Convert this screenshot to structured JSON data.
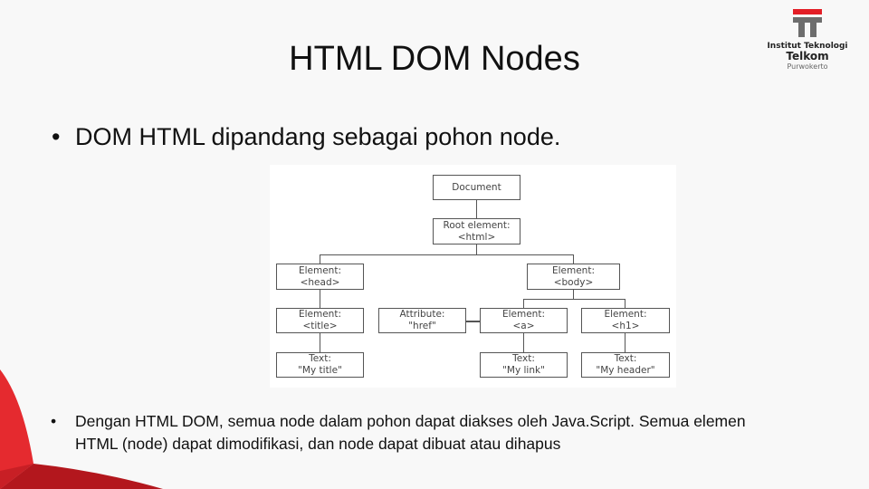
{
  "slide": {
    "title": "HTML DOM Nodes",
    "bullets": [
      "DOM HTML dipandang sebagai pohon node.",
      "Dengan HTML DOM, semua node dalam pohon dapat diakses oleh Java.Script. Semua elemen HTML (node) dapat dimodifikasi, dan node dapat dibuat atau dihapus"
    ],
    "bullet_glyph": "•"
  },
  "logo": {
    "line1": "Institut Teknologi",
    "line2": "Telkom",
    "line3": "Purwokerto"
  },
  "diagram": {
    "nodes": [
      {
        "id": "document",
        "lines": [
          "Document"
        ]
      },
      {
        "id": "root",
        "lines": [
          "Root element:",
          "<html>"
        ]
      },
      {
        "id": "head",
        "lines": [
          "Element:",
          "<head>"
        ]
      },
      {
        "id": "body",
        "lines": [
          "Element:",
          "<body>"
        ]
      },
      {
        "id": "title",
        "lines": [
          "Element:",
          "<title>"
        ]
      },
      {
        "id": "attr",
        "lines": [
          "Attribute:",
          "\"href\""
        ]
      },
      {
        "id": "a",
        "lines": [
          "Element:",
          "<a>"
        ]
      },
      {
        "id": "h1",
        "lines": [
          "Element:",
          "<h1>"
        ]
      },
      {
        "id": "text-title",
        "lines": [
          "Text:",
          "\"My title\""
        ]
      },
      {
        "id": "text-link",
        "lines": [
          "Text:",
          "\"My link\""
        ]
      },
      {
        "id": "text-header",
        "lines": [
          "Text:",
          "\"My header\""
        ]
      }
    ]
  },
  "colors": {
    "accent_red": "#e31e26",
    "dark_red": "#b3141b",
    "logo_gray": "#6d6d6d"
  }
}
